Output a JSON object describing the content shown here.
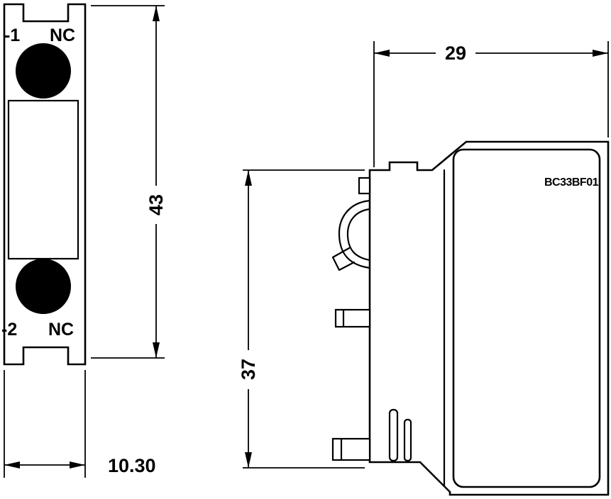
{
  "drawing": {
    "views": {
      "front": {
        "terminal_top": "-1",
        "contact_top": "NC",
        "terminal_bottom": "-2",
        "contact_bottom": "NC",
        "dim_height": "43",
        "dim_width": "10.30"
      },
      "side": {
        "part_number": "BC33BF01",
        "dim_depth": "29",
        "dim_height": "37"
      }
    },
    "colors": {
      "line": "#000000",
      "background": "#ffffff",
      "terminal_fill": "#000000"
    }
  }
}
